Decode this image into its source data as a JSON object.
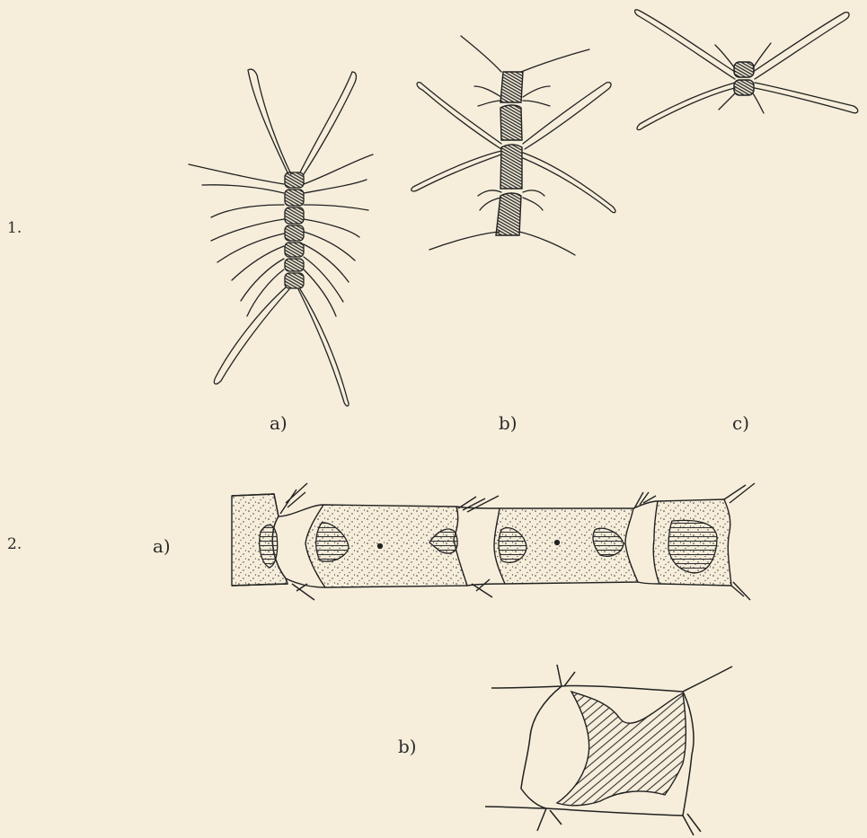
{
  "figure_numbers": {
    "fig1": "1.",
    "fig2": "2."
  },
  "panel_labels": {
    "fig1_a": "a)",
    "fig1_b": "b)",
    "fig1_c": "c)",
    "fig2_a": "a)",
    "fig2_b": "b)"
  },
  "colors": {
    "paper": "#f6eedb",
    "ink": "#222222",
    "hatch_fill": "#555555",
    "stipple": "#333333"
  }
}
